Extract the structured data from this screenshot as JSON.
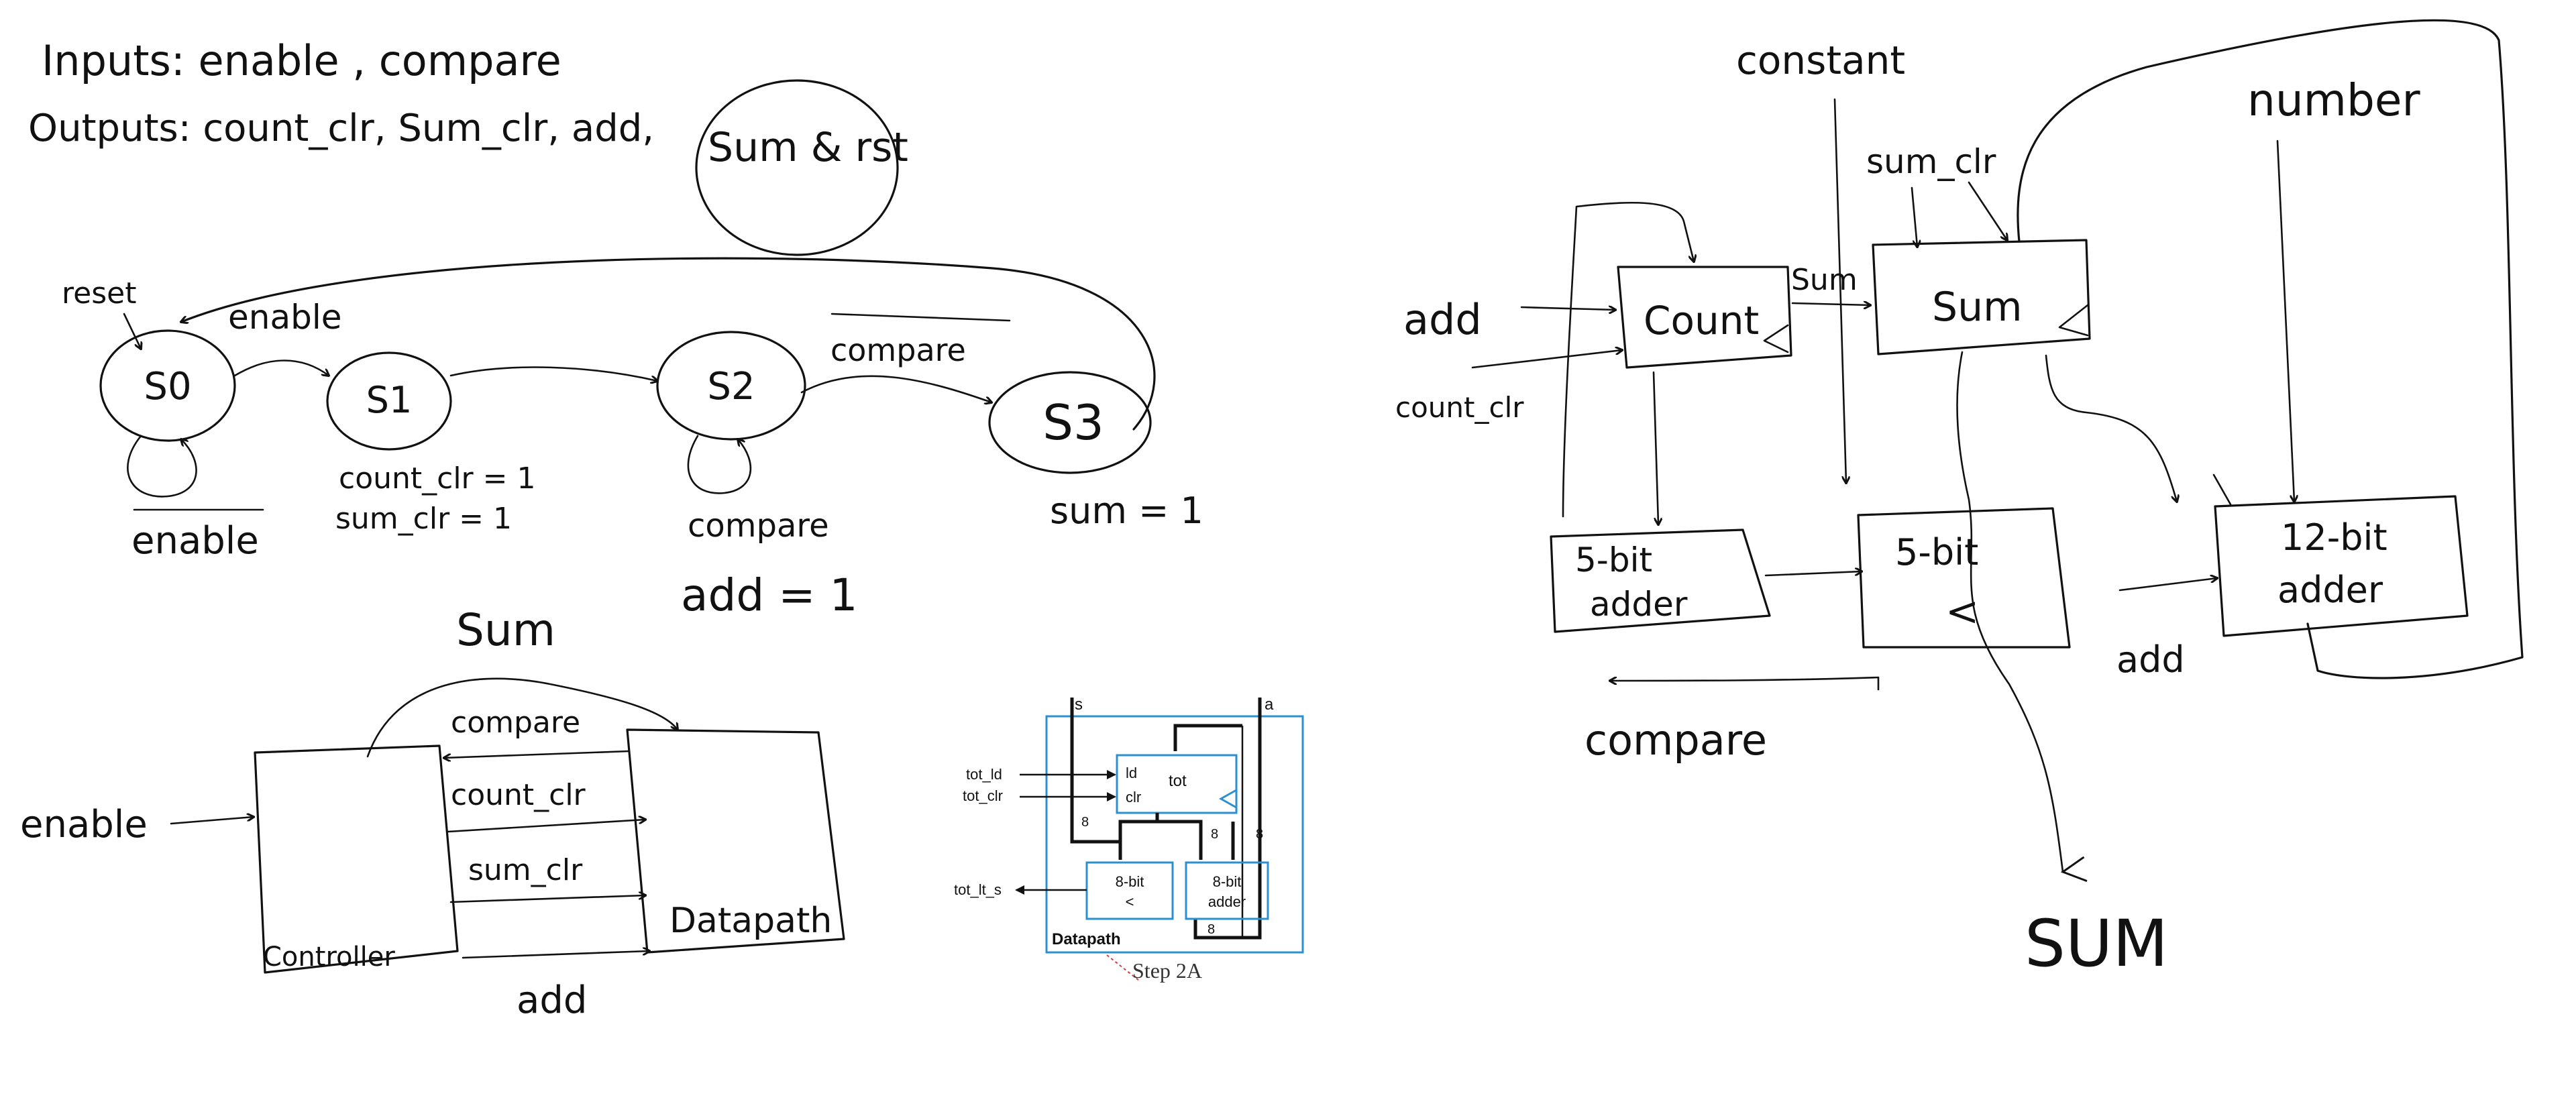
{
  "header": {
    "inputs_line": "Inputs: enable , compare",
    "outputs_line": "Outputs: count_clr, Sum_clr, add,",
    "circled_extra": "Sum & rst"
  },
  "fsm": {
    "reset_label": "reset",
    "enable_label": "enable",
    "states": [
      "S0",
      "S1",
      "S2",
      "S3"
    ],
    "compare_bar_label": "compare",
    "s0_self_label": "enable",
    "s1_outputs": [
      "count_clr = 1",
      "sum_clr = 1"
    ],
    "s2_self_label": "compare",
    "s2_output": "add = 1",
    "s3_output": "sum = 1"
  },
  "block": {
    "sum_label": "Sum",
    "signals": [
      "compare",
      "count_clr",
      "sum_clr",
      "add"
    ],
    "controller_label": "Controller",
    "datapath_label": "Datapath",
    "enable_label": "enable"
  },
  "reference": {
    "port_s": "s",
    "port_a": "a",
    "tot_ld": "tot_ld",
    "tot_clr": "tot_clr",
    "ld": "ld",
    "clr": "clr",
    "tot": "tot",
    "bus_widths": [
      "8",
      "8",
      "8",
      "8"
    ],
    "comparator": [
      "8-bit",
      "<"
    ],
    "adder": [
      "8-bit",
      "adder"
    ],
    "tot_lt_s": "tot_lt_s",
    "title": "Datapath",
    "step": "Step 2A"
  },
  "datapath": {
    "constant_label": "constant",
    "number_label": "number",
    "sum_clr_label": "sum_clr",
    "sum_wire_label": "Sum",
    "add_label": "add",
    "count_clr_label": "count_clr",
    "count_reg": "Count",
    "sum_reg": "Sum",
    "adder5": [
      "5-bit",
      "adder"
    ],
    "comp5": [
      "5-bit",
      "<"
    ],
    "adder12": [
      "12-bit",
      "adder"
    ],
    "add_bottom_label": "add",
    "compare_label": "compare",
    "sum_output_label": "SUM"
  }
}
